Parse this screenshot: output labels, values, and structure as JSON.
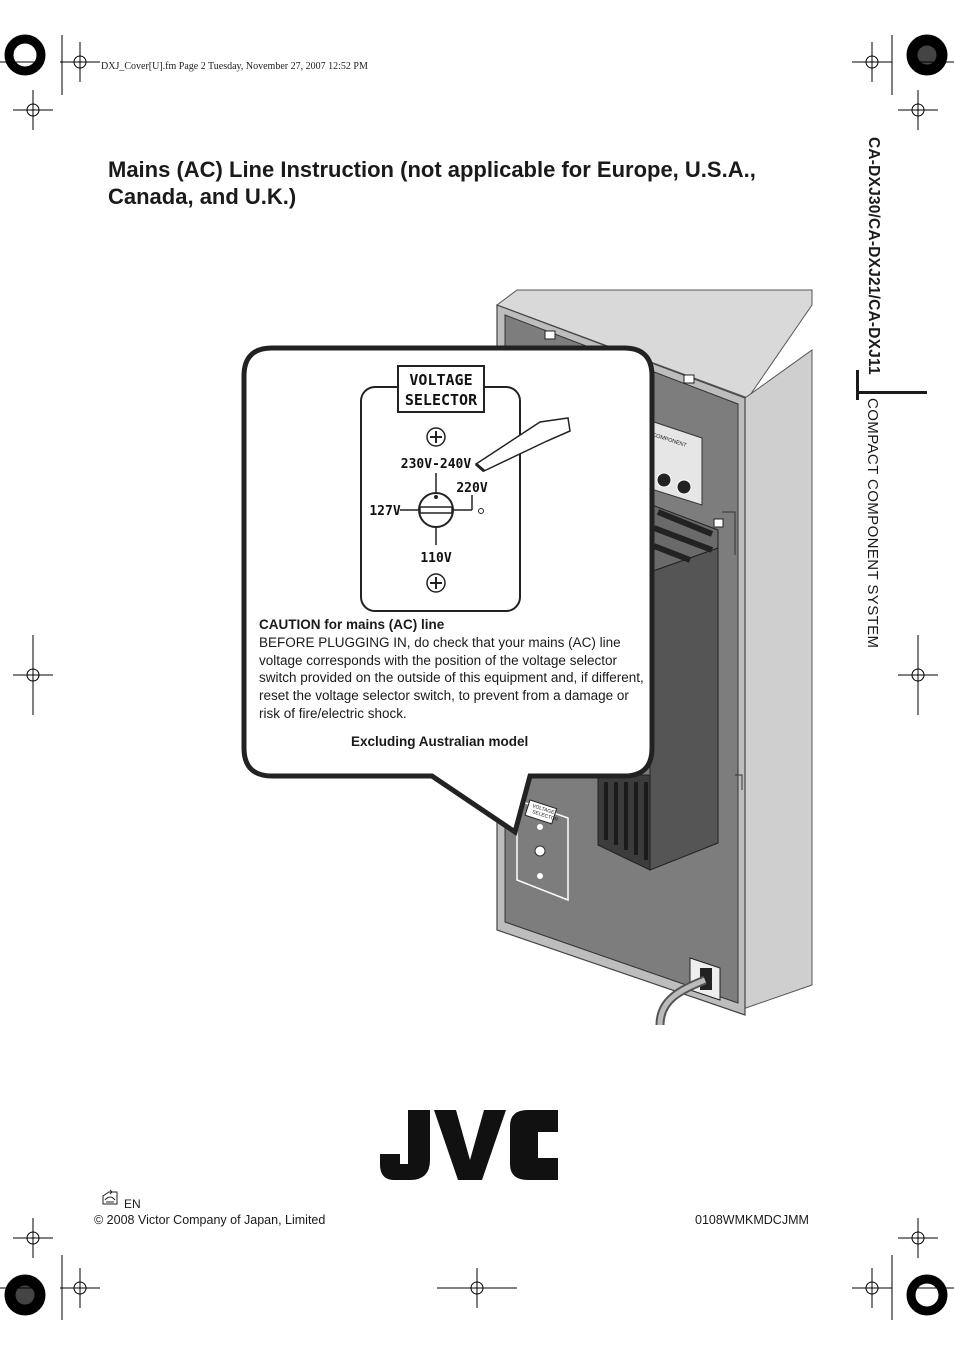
{
  "header": {
    "file_line": "DXJ_Cover[U].fm  Page 2  Tuesday, November 27, 2007  12:52 PM"
  },
  "title": "Mains (AC) Line Instruction (not applicable for Europe, U.S.A., Canada, and U.K.)",
  "sidebar": {
    "models": "CA-DXJ30/CA-DXJ21/CA-DXJ11",
    "product": "COMPACT COMPONENT SYSTEM"
  },
  "figure": {
    "selector_title_line1": "VOLTAGE",
    "selector_title_line2": "SELECTOR",
    "v_230_240": "230V-240V",
    "v_220": "220V",
    "v_127": "127V",
    "v_110": "110V",
    "small_selector_line1": "VOLTAGE",
    "small_selector_line2": "SELECTOR",
    "component_label": "COMPONENT"
  },
  "caution": {
    "title": "CAUTION for mains (AC) line",
    "body": "BEFORE PLUGGING IN, do check that your mains (AC) line voltage corresponds with the position of the voltage selector switch provided on the outside of this equipment and, if different, reset the voltage selector switch, to prevent from a damage or risk of fire/electric shock.",
    "note": "Excluding Australian model"
  },
  "footer": {
    "brand": "JVC",
    "language": "EN",
    "copyright": "© 2008 Victor Company of Japan, Limited",
    "code": "0108WMKMDCJMM"
  },
  "colors": {
    "panel_gray": "#7d7d7d",
    "body_gray": "#cfcfcf",
    "text": "#1a1a1a"
  }
}
